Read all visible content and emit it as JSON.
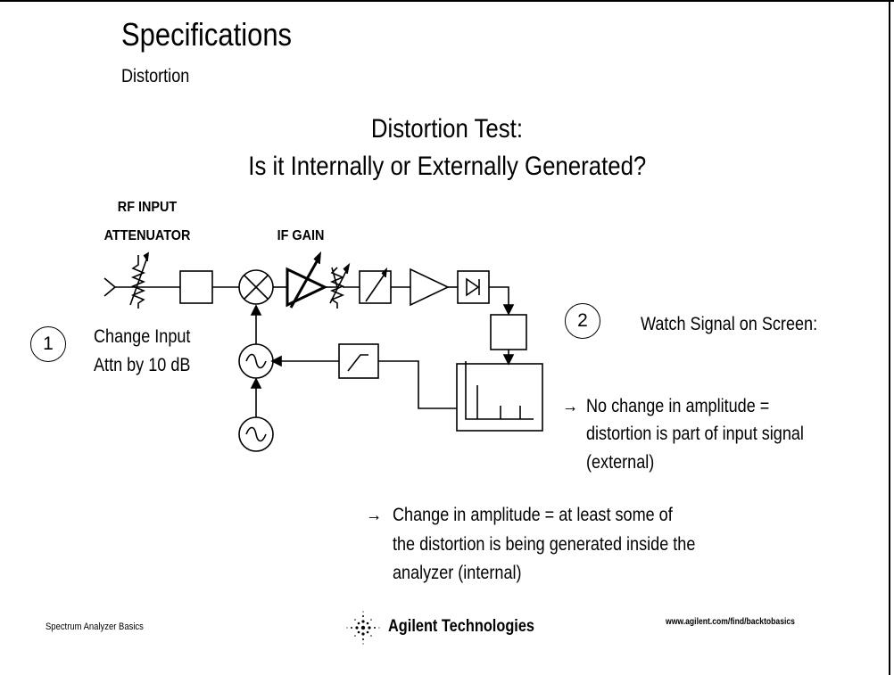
{
  "header": {
    "title": "Specifications",
    "subtitle": "Distortion"
  },
  "heading": {
    "line1": "Distortion Test:",
    "line2": "Is it Internally or Externally Generated?"
  },
  "diagram_labels": {
    "rf_input_line1": "RF INPUT",
    "rf_input_line2": "ATTENUATOR",
    "if_gain": "IF GAIN"
  },
  "step1": {
    "number": "1",
    "line1": "Change Input",
    "line2": "Attn by 10 dB"
  },
  "step2": {
    "number": "2",
    "text": "Watch Signal on Screen:"
  },
  "result_external": {
    "line1": "No change in amplitude =",
    "line2": "distortion is part of input signal",
    "line3": "(external)"
  },
  "result_internal": {
    "line1": "Change in amplitude = at least some of",
    "line2": "the distortion is being generated inside the",
    "line3": "analyzer (internal)"
  },
  "arrow_glyph": "→",
  "footer": {
    "left": "Spectrum Analyzer Basics",
    "brand": "Agilent Technologies",
    "right": "www.agilent.com/find/backtobasics"
  },
  "icons": {
    "logo": "agilent-spark-icon",
    "attenuator": "variable-attenuator-icon",
    "mixer": "mixer-icon",
    "oscillator": "oscillator-icon",
    "amplifier": "amplifier-icon",
    "filter": "filter-icon",
    "detector": "diode-icon",
    "display": "display-screen-icon"
  }
}
